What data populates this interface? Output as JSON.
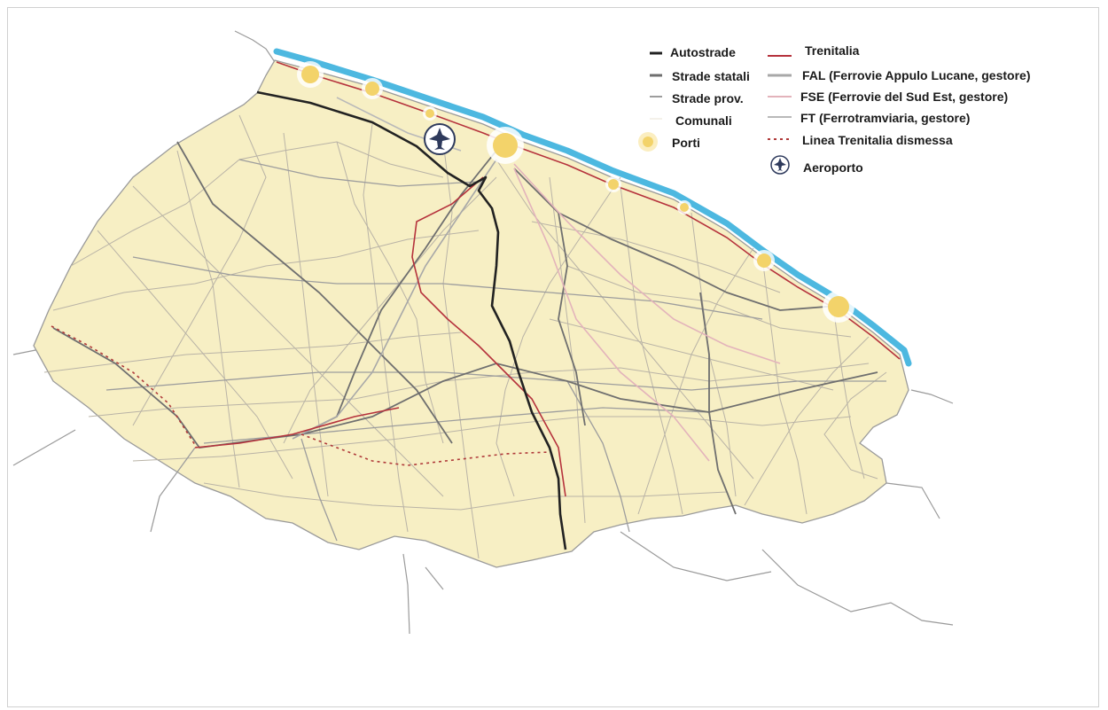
{
  "legend": {
    "left": [
      {
        "label": "Autostrade",
        "symbol": "autostrade"
      },
      {
        "label": "Strade statali",
        "symbol": "statali"
      },
      {
        "label": "Strade prov.",
        "symbol": "provinciali"
      },
      {
        "label": "Comunali",
        "symbol": "comunali"
      },
      {
        "label": "Porti",
        "symbol": "porto"
      }
    ],
    "right": [
      {
        "label": "Trenitalia",
        "symbol": "trenitalia"
      },
      {
        "label": "FAL (Ferrovie Appulo Lucane, gestore)",
        "symbol": "fal"
      },
      {
        "label": "FSE (Ferrovie del Sud Est, gestore)",
        "symbol": "fse"
      },
      {
        "label": "FT (Ferrotramviaria, gestore)",
        "symbol": "ft"
      },
      {
        "label": "Linea Trenitalia dismessa",
        "symbol": "dismessa"
      },
      {
        "label": "Aeroporto",
        "symbol": "aeroporto"
      }
    ]
  },
  "colors": {
    "land": "#f7efc4",
    "land_border": "#9a9a9a",
    "sea_coast": "#4db8e0",
    "autostrade": "#222222",
    "statali": "#6f6f6f",
    "provinciali": "#9d9d9d",
    "trenitalia": "#b5323c",
    "fal": "#a8a8a8",
    "fse": "#e3b3bb",
    "ft": "#b9b9b9",
    "dismessa": "#b03a3a",
    "porto": "#f3d36a",
    "aeroporto": "#2e3a5c"
  }
}
